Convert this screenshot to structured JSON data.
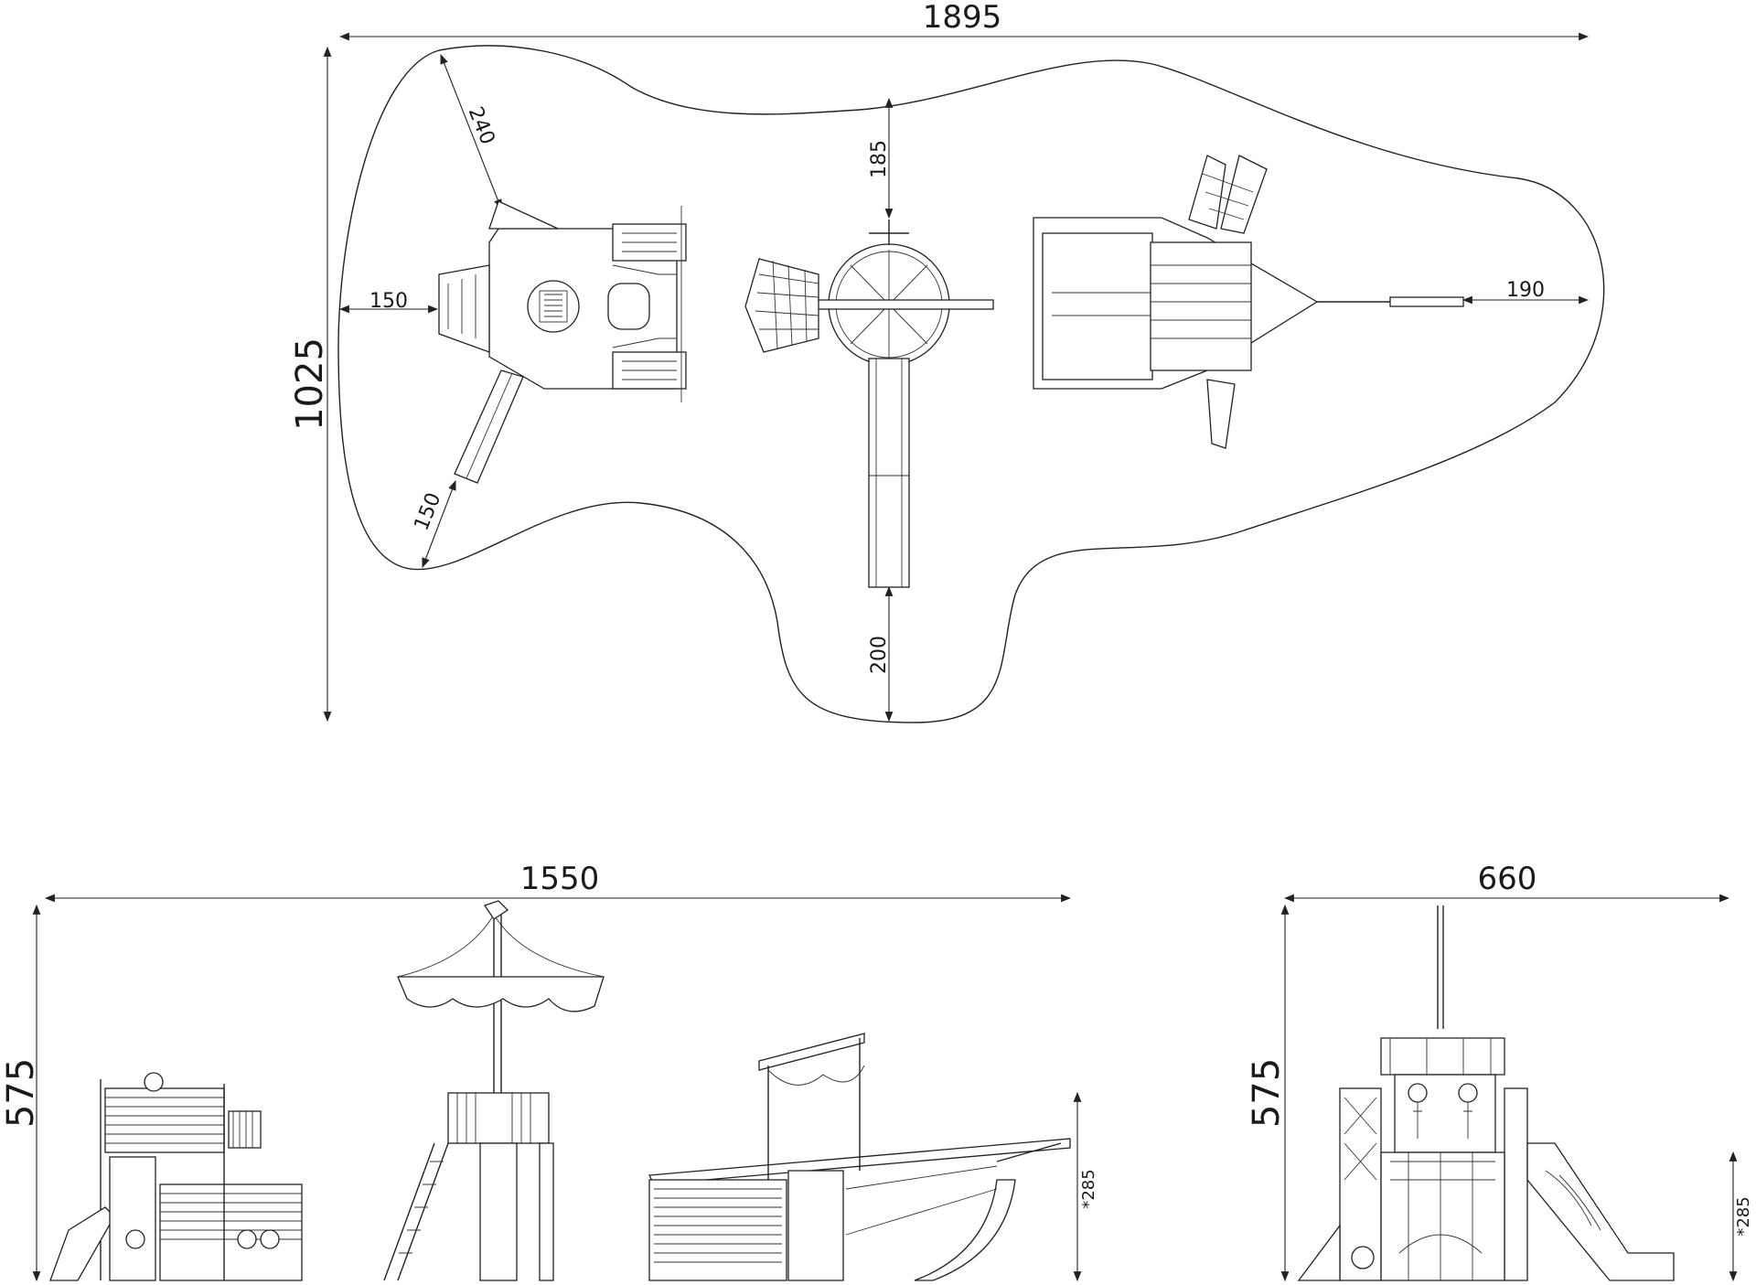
{
  "plan_view": {
    "overall_width": "1895",
    "overall_height": "1025",
    "clearances": {
      "top_left_diag": "240",
      "left": "150",
      "bottom_left_diag": "150",
      "top_center": "185",
      "bottom_center": "200",
      "right": "190"
    }
  },
  "side_elevation": {
    "overall_width": "1550",
    "overall_height": "575",
    "platform_height": "*285"
  },
  "front_elevation": {
    "overall_width": "660",
    "overall_height": "575",
    "platform_height": "*285"
  }
}
